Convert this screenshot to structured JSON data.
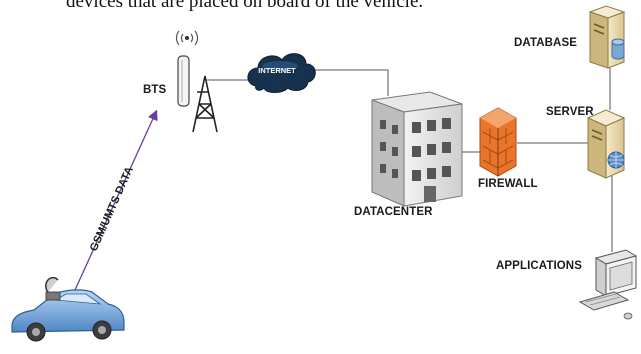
{
  "caption": "devices that are placed on board of the vehicle.",
  "labels": {
    "database": "DATABASE",
    "bts": "BTS",
    "internet": "INTERNET",
    "server": "SERVER",
    "firewall": "FIREWALL",
    "datacenter": "DATACENTER",
    "gsm_link": "GSM/UMTS DATA",
    "applications": "APPLICATIONS"
  },
  "colors": {
    "link_line": "#555555",
    "arrow": "#6a3d9a",
    "cloud": "#16324f",
    "firewall": "#e8752a",
    "server_body": "#ead9b0",
    "car": "#7fb2e5"
  }
}
